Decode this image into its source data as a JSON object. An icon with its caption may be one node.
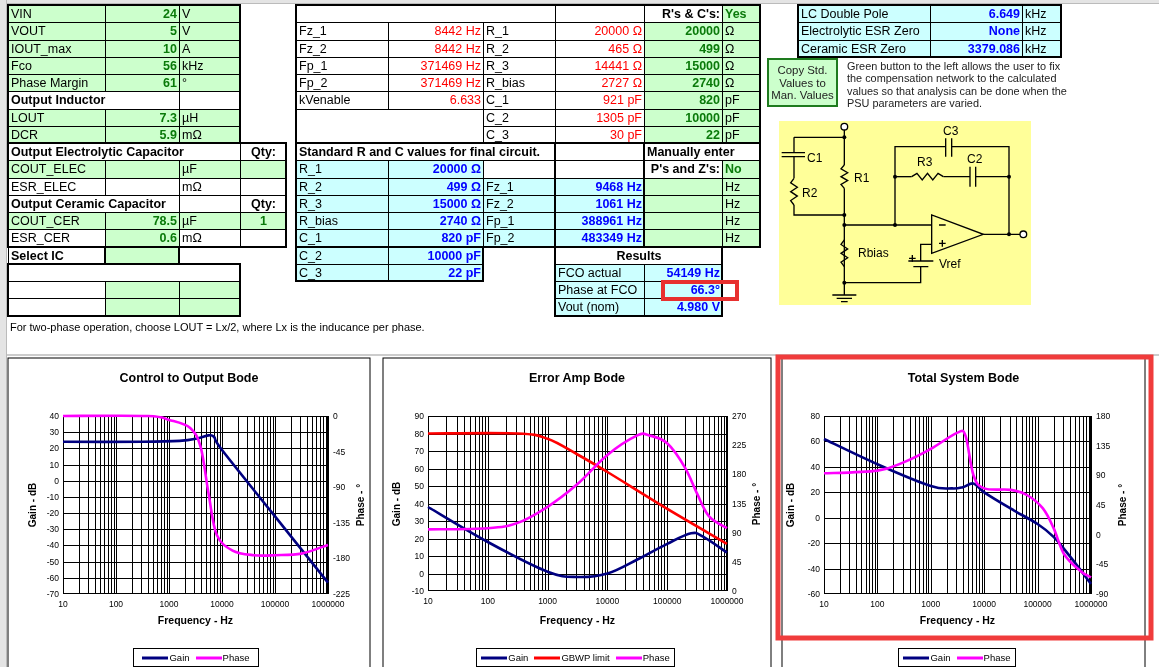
{
  "diagram": {
    "nodes": [
      {
        "text": [
          "Copy Std. Values to Man. Values"
        ]
      }
    ],
    "labels": [
      "VIN",
      "24",
      "V",
      "VOUT",
      "5",
      "V",
      "IOUT_max",
      "10",
      "A",
      "Fco",
      "56",
      "kHz",
      "Phase Margin",
      "61",
      "°",
      "Output Inductor",
      "LOUT",
      "7.3",
      "µH",
      "DCR",
      "5.9",
      "mΩ",
      "Output Electrolytic Capacitor",
      "Qty:",
      "COUT_ELEC",
      "µF",
      "ESR_ELEC",
      "mΩ",
      "Output Ceramic Capacitor",
      "Qty:",
      "COUT_CER",
      "78.5",
      "µF",
      "1",
      "ESR_CER",
      "0.6",
      "mΩ",
      "Select IC",
      "For two-phase operation, choose LOUT = Lx/2, where Lx is the inducance per phase.",
      "R's & C's:",
      "Yes",
      "Fz_1",
      "8442 Hz",
      "R_1",
      "20000 Ω",
      "20000",
      "Ω",
      "Fz_2",
      "8442 Hz",
      "R_2",
      "465 Ω",
      "499",
      "Ω",
      "Fp_1",
      "371469 Hz",
      "R_3",
      "14441 Ω",
      "15000",
      "Ω",
      "Fp_2",
      "371469 Hz",
      "R_bias",
      "2727 Ω",
      "2740",
      "Ω",
      "kVenable",
      "6.633",
      "C_1",
      "921 pF",
      "820",
      "pF",
      "C_2",
      "1305 pF",
      "10000",
      "pF",
      "C_3",
      "30 pF",
      "22",
      "pF",
      "Standard R and C values for final circuit.",
      "Manually enter",
      "R_1",
      "20000 Ω",
      "P's and Z's:",
      "No",
      "R_2",
      "499 Ω",
      "Fz_1",
      "9468 Hz",
      "Hz",
      "R_3",
      "15000 Ω",
      "Fz_2",
      "1061 Hz",
      "Hz",
      "R_bias",
      "2740 Ω",
      "Fp_1",
      "388961 Hz",
      "Hz",
      "C_1",
      "820 pF",
      "Fp_2",
      "483349 Hz",
      "Hz",
      "C_2",
      "10000 pF",
      "Results",
      "C_3",
      "22 pF",
      "FCO actual",
      "54149 Hz",
      "Phase at FCO",
      "66.3°",
      "Vout (nom)",
      "4.980 V",
      "LC Double Pole",
      "6.649",
      "kHz",
      "Electrolytic ESR Zero",
      "None",
      "kHz",
      "Ceramic ESR Zero",
      "3379.086",
      "kHz",
      "Green button to the left allows the user to fix the compensation network to the calculated values so that analysis can be done when the PSU parameters are varied.",
      "C1",
      "R1",
      "R2",
      "C3",
      "R3",
      "C2",
      "Rbias",
      "Vref",
      "Control to Output Bode",
      "40",
      "30",
      "20",
      "10",
      "0",
      "-10",
      "-20",
      "-30",
      "-40",
      "-50",
      "-60",
      "-70",
      "0",
      "-45",
      "-90",
      "-135",
      "-180",
      "-225",
      "10",
      "100",
      "1000",
      "10000",
      "100000",
      "1000000",
      "Gain - dB",
      "Phase - °",
      "Frequency - Hz",
      "Error Amp Bode",
      "90",
      "80",
      "70",
      "60",
      "50",
      "40",
      "30",
      "20",
      "10",
      "0",
      "-10",
      "270",
      "225",
      "180",
      "135",
      "90",
      "45",
      "0",
      "10",
      "100",
      "1000",
      "10000",
      "100000",
      "1000000",
      "Gain - dB",
      "Phase - °",
      "Frequency - Hz",
      "Total System Bode",
      "80",
      "60",
      "40",
      "20",
      "0",
      "-20",
      "-40",
      "-60",
      "180",
      "135",
      "90",
      "45",
      "0",
      "-45",
      "-90",
      "10",
      "100",
      "1000",
      "10000",
      "100000",
      "1000000",
      "Gain - dB",
      "Phase - °",
      "Frequency - Hz"
    ],
    "legend": [
      {
        "text": "Gain"
      },
      {
        "text": "Phase"
      },
      {
        "text": "Gain"
      },
      {
        "text": "GBWP limit"
      },
      {
        "text": "Phase"
      },
      {
        "text": "Gain"
      },
      {
        "text": "Phase"
      }
    ]
  }
}
